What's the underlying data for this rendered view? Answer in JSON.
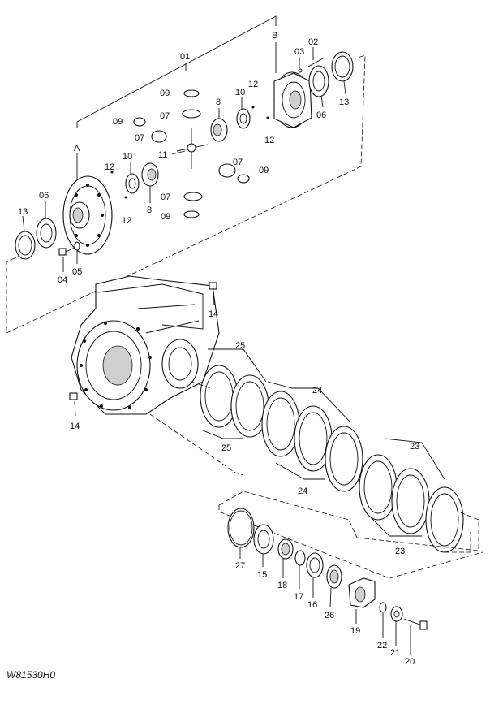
{
  "drawing_code": "W81530H0",
  "view_markers": [
    "A",
    "B"
  ],
  "callouts": [
    {
      "id": "c01",
      "text": "01"
    },
    {
      "id": "c02",
      "text": "02"
    },
    {
      "id": "c03",
      "text": "03"
    },
    {
      "id": "c04",
      "text": "04"
    },
    {
      "id": "c05",
      "text": "05"
    },
    {
      "id": "c06a",
      "text": "06"
    },
    {
      "id": "c06b",
      "text": "06"
    },
    {
      "id": "c07a",
      "text": "07"
    },
    {
      "id": "c07b",
      "text": "07"
    },
    {
      "id": "c07c",
      "text": "07"
    },
    {
      "id": "c07d",
      "text": "07"
    },
    {
      "id": "c08a",
      "text": "8"
    },
    {
      "id": "c08b",
      "text": "8"
    },
    {
      "id": "c09a",
      "text": "09"
    },
    {
      "id": "c09b",
      "text": "09"
    },
    {
      "id": "c09c",
      "text": "09"
    },
    {
      "id": "c09d",
      "text": "09"
    },
    {
      "id": "c10a",
      "text": "10"
    },
    {
      "id": "c10b",
      "text": "10"
    },
    {
      "id": "c11",
      "text": "11"
    },
    {
      "id": "c12a",
      "text": "12"
    },
    {
      "id": "c12b",
      "text": "12"
    },
    {
      "id": "c12c",
      "text": "12"
    },
    {
      "id": "c12d",
      "text": "12"
    },
    {
      "id": "c13a",
      "text": "13"
    },
    {
      "id": "c13b",
      "text": "13"
    },
    {
      "id": "c14a",
      "text": "14"
    },
    {
      "id": "c14b",
      "text": "14"
    },
    {
      "id": "c15",
      "text": "15"
    },
    {
      "id": "c16",
      "text": "16"
    },
    {
      "id": "c17",
      "text": "17"
    },
    {
      "id": "c18",
      "text": "18"
    },
    {
      "id": "c19",
      "text": "19"
    },
    {
      "id": "c20",
      "text": "20"
    },
    {
      "id": "c21",
      "text": "21"
    },
    {
      "id": "c22",
      "text": "22"
    },
    {
      "id": "c23a",
      "text": "23"
    },
    {
      "id": "c23b",
      "text": "23"
    },
    {
      "id": "c24a",
      "text": "24"
    },
    {
      "id": "c24b",
      "text": "24"
    },
    {
      "id": "c25a",
      "text": "25"
    },
    {
      "id": "c25b",
      "text": "25"
    },
    {
      "id": "c26",
      "text": "26"
    },
    {
      "id": "c27",
      "text": "27"
    }
  ]
}
